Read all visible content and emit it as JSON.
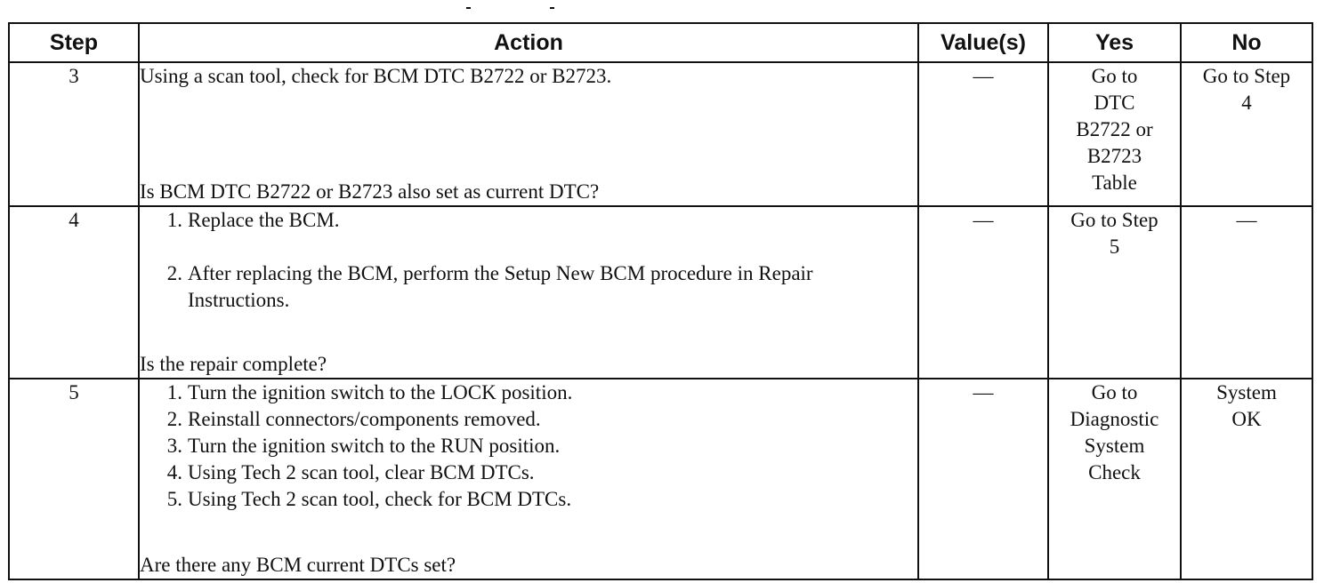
{
  "headers": {
    "step": "Step",
    "action": "Action",
    "values": "Value(s)",
    "yes": "Yes",
    "no": "No"
  },
  "rows": [
    {
      "step": "3",
      "action_text": "Using a scan tool, check for BCM DTC B2722 or B2723.",
      "question": "Is BCM DTC B2722 or B2723 also set as current DTC?",
      "value": "—",
      "yes_lines": [
        "Go to",
        "DTC",
        "B2722 or",
        "B2723",
        "Table"
      ],
      "no_lines": [
        "Go to Step",
        "4"
      ]
    },
    {
      "step": "4",
      "items": [
        {
          "num": "1.",
          "text": "Replace the BCM."
        },
        {
          "num": "2.",
          "text": "After replacing the BCM, perform the Setup New BCM procedure in Repair Instructions."
        }
      ],
      "question": "Is the repair complete?",
      "value": "—",
      "yes_lines": [
        "Go to Step",
        "5"
      ],
      "no_lines": [
        "—"
      ]
    },
    {
      "step": "5",
      "items": [
        {
          "num": "1.",
          "text": "Turn the ignition switch to the LOCK position."
        },
        {
          "num": "2.",
          "text": "Reinstall connectors/components removed."
        },
        {
          "num": "3.",
          "text": "Turn the ignition switch to the RUN position."
        },
        {
          "num": "4.",
          "text": "Using Tech 2 scan tool, clear BCM DTCs."
        },
        {
          "num": "5.",
          "text": "Using Tech 2 scan tool, check for BCM DTCs."
        }
      ],
      "question": "Are there any BCM current DTCs set?",
      "value": "—",
      "yes_lines": [
        "Go to",
        "Diagnostic",
        "System",
        "Check"
      ],
      "no_lines": [
        "System",
        "OK"
      ]
    }
  ]
}
